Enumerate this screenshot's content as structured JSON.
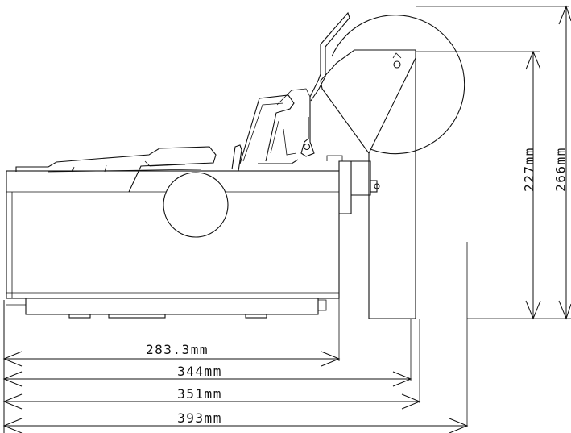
{
  "dimensions": {
    "horizontal": [
      {
        "id": "depth-283",
        "label": "283.3mm"
      },
      {
        "id": "depth-344",
        "label": "344mm"
      },
      {
        "id": "depth-351",
        "label": "351mm"
      },
      {
        "id": "depth-393",
        "label": "393mm"
      }
    ],
    "vertical": [
      {
        "id": "height-227",
        "label": "227mm"
      },
      {
        "id": "height-266",
        "label": "266mm"
      }
    ]
  }
}
